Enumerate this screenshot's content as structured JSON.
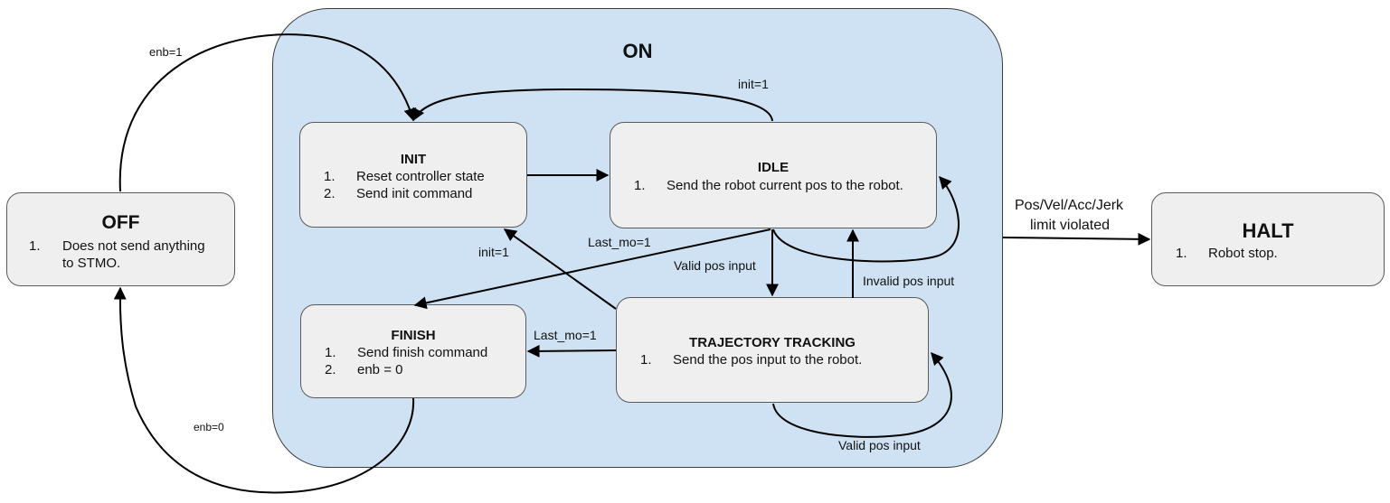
{
  "colors": {
    "region_fill": "#cfe2f3",
    "state_fill": "#efefef",
    "line": "#000000"
  },
  "composite_state": {
    "title": "ON"
  },
  "states": {
    "off": {
      "title": "OFF",
      "steps": [
        {
          "num": "1.",
          "text_lines": [
            "Does not send anything",
            "to STMO."
          ]
        }
      ]
    },
    "init": {
      "title": "INIT",
      "steps": [
        {
          "num": "1.",
          "text": "Reset controller state"
        },
        {
          "num": "2.",
          "text": "Send init command"
        }
      ]
    },
    "idle": {
      "title": "IDLE",
      "steps": [
        {
          "num": "1.",
          "text": "Send the robot current pos to the robot."
        }
      ]
    },
    "finish": {
      "title": "FINISH",
      "steps": [
        {
          "num": "1.",
          "text": "Send finish command"
        },
        {
          "num": "2.",
          "text": "enb = 0"
        }
      ]
    },
    "trajectory": {
      "title": "TRAJECTORY TRACKING",
      "steps": [
        {
          "num": "1.",
          "text": "Send the pos input to the robot."
        }
      ]
    },
    "halt": {
      "title": "HALT",
      "steps": [
        {
          "num": "1.",
          "text": "Robot stop."
        }
      ]
    }
  },
  "transitions": {
    "off_to_init": "enb=1",
    "finish_to_off": "enb=0",
    "idle_to_init": "init=1",
    "trajectory_to_init": "init=1",
    "idle_to_finish": "Last_mo=1",
    "trajectory_to_finish": "Last_mo=1",
    "idle_to_trajectory": "Valid pos input",
    "trajectory_to_idle": "Invalid pos input",
    "trajectory_self": "Valid pos input",
    "on_to_halt_lines": [
      "Pos/Vel/Acc/Jerk",
      "limit violated"
    ]
  }
}
